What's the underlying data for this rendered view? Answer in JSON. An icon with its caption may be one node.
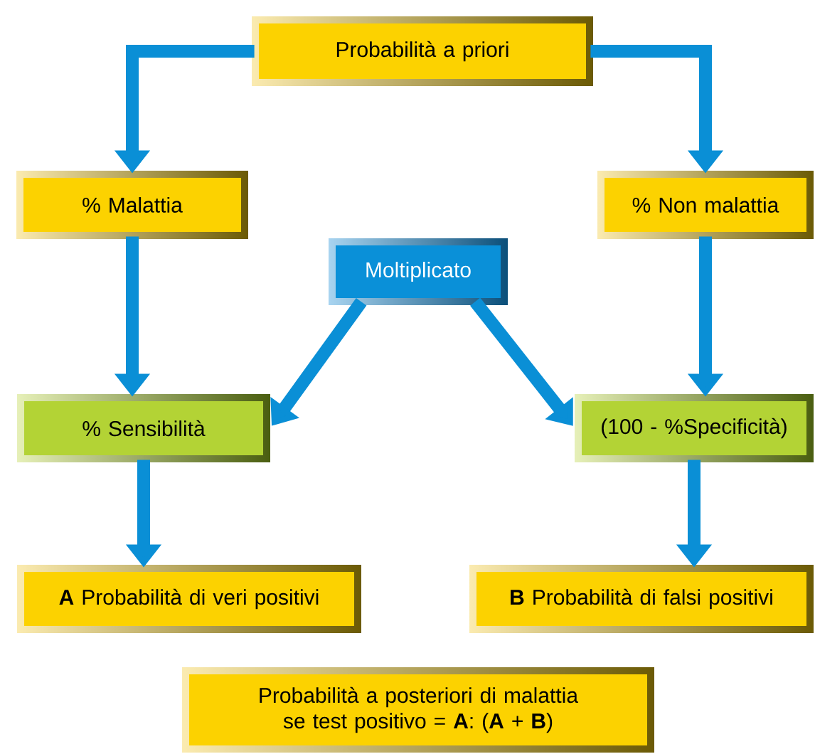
{
  "diagram": {
    "nodes": [
      {
        "text": [
          "Probabilità a priori"
        ]
      },
      {
        "text": [
          "% Malattia"
        ]
      },
      {
        "text": [
          "% Non malattia"
        ]
      },
      {
        "text": [
          "Moltiplicato"
        ]
      },
      {
        "text": [
          "% Sensibilità"
        ]
      },
      {
        "text": [
          "(100 - %Specificità)"
        ]
      },
      {
        "text": [
          "**A** Probabilità di veri positivi"
        ]
      },
      {
        "text": [
          "**B** Probabilità di falsi positivi"
        ]
      },
      {
        "text": [
          "Probabilità a posteriori di malattia se test positivo = **A**: (**A** + **B**)"
        ]
      }
    ],
    "edges": [
      {
        "from": 0,
        "to": 1,
        "arrow": "to"
      },
      {
        "from": 0,
        "to": 2,
        "arrow": "to"
      },
      {
        "from": 1,
        "to": 4,
        "arrow": "to"
      },
      {
        "from": 2,
        "to": 5,
        "arrow": "to"
      },
      {
        "from": 3,
        "to": 4,
        "arrow": "to"
      },
      {
        "from": 3,
        "to": 5,
        "arrow": "to"
      },
      {
        "from": 4,
        "to": 6,
        "arrow": "to"
      },
      {
        "from": 5,
        "to": 7,
        "arrow": "to"
      }
    ]
  }
}
